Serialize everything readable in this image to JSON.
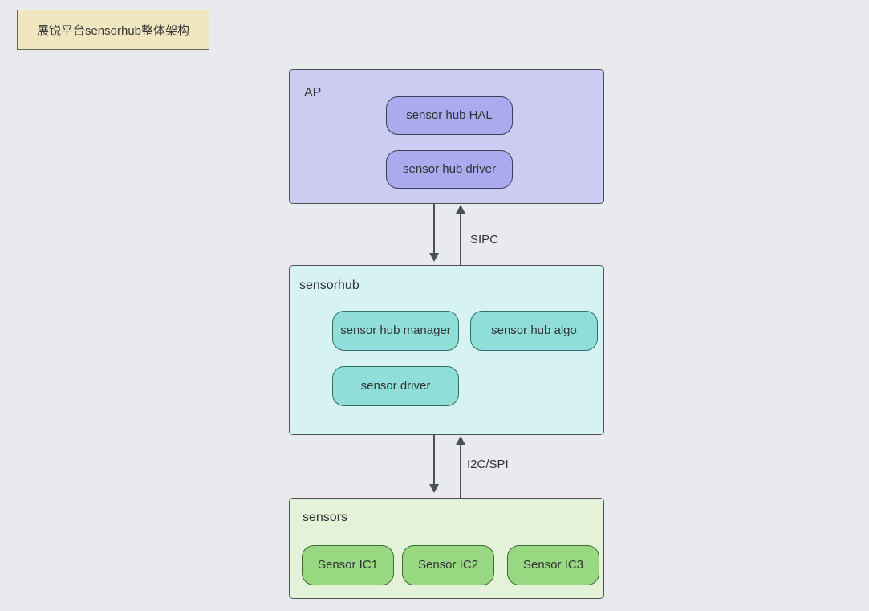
{
  "title_note": {
    "text": "展锐平台sensorhub整体架构"
  },
  "diagram": {
    "type": "block-architecture",
    "layers": [
      {
        "id": "ap",
        "label": "AP",
        "fill": "#ccccf2",
        "nodes": [
          {
            "label": "sensor hub HAL"
          },
          {
            "label": "sensor hub driver"
          }
        ]
      },
      {
        "id": "sensorhub",
        "label": "sensorhub",
        "fill": "#d7f2f2",
        "nodes": [
          {
            "label": "sensor hub manager"
          },
          {
            "label": "sensor hub algo"
          },
          {
            "label": "sensor driver"
          }
        ]
      },
      {
        "id": "sensors",
        "label": "sensors",
        "fill": "#e3f2d9",
        "nodes": [
          {
            "label": "Sensor IC1"
          },
          {
            "label": "Sensor IC2"
          },
          {
            "label": "Sensor IC3"
          }
        ]
      }
    ],
    "connections": [
      {
        "id": "ap-sensorhub",
        "label": "SIPC",
        "from": "ap",
        "to": "sensorhub",
        "bidirectional": true
      },
      {
        "id": "sensorhub-sensors",
        "label": "I2C/SPI",
        "from": "sensorhub",
        "to": "sensors",
        "bidirectional": true
      }
    ]
  },
  "colors": {
    "page_background": "#e8eaed",
    "note_fill": "#f0e6c0",
    "ap_node_fill": "#aaaaee",
    "hub_node_fill": "#8fded8",
    "sensor_node_fill": "#97d881",
    "stroke": "#4d5156"
  }
}
